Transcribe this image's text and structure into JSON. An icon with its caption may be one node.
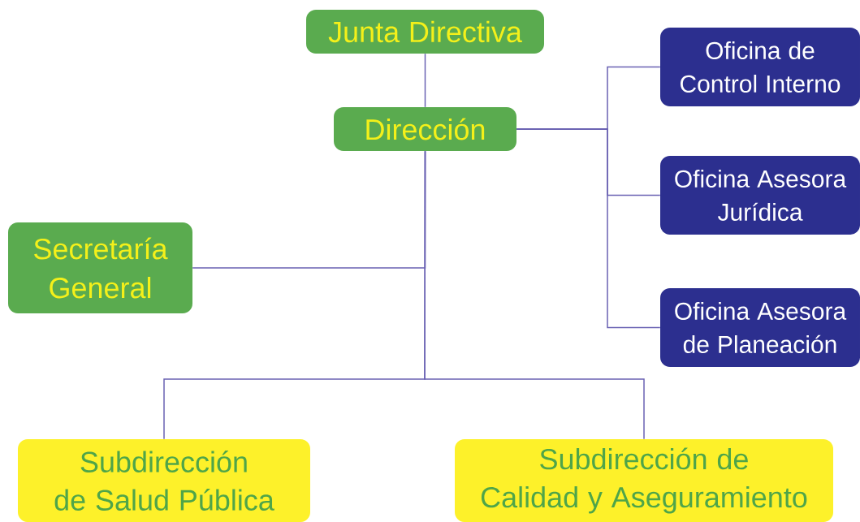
{
  "diagram": {
    "nodes": [
      {
        "text": [
          "Junta Directiva"
        ]
      },
      {
        "text": [
          "Dirección"
        ]
      },
      {
        "text": [
          "Oficina de Control Interno"
        ]
      },
      {
        "text": [
          "Oficina Asesora Jurídica"
        ]
      },
      {
        "text": [
          "Oficina Asesora de Planeación"
        ]
      },
      {
        "text": [
          "Secretaría General"
        ]
      },
      {
        "text": [
          "Subdirección de Salud Pública"
        ]
      },
      {
        "text": [
          "Subdirección de Calidad y Aseguramiento"
        ]
      }
    ],
    "edges": [
      {
        "from": 0,
        "to": 1,
        "arrow": "none"
      },
      {
        "from": 1,
        "to": 2,
        "arrow": "none"
      },
      {
        "from": 1,
        "to": 3,
        "arrow": "none"
      },
      {
        "from": 1,
        "to": 4,
        "arrow": "none"
      },
      {
        "from": 1,
        "to": 5,
        "arrow": "none"
      },
      {
        "from": 1,
        "to": 6,
        "arrow": "none"
      },
      {
        "from": 1,
        "to": 7,
        "arrow": "none"
      }
    ]
  }
}
